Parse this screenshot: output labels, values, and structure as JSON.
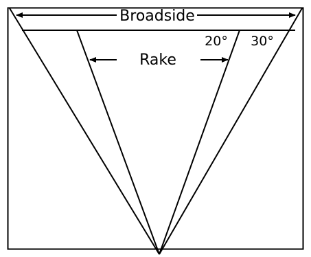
{
  "diagram": {
    "labels": {
      "broadside": "Broadside",
      "rake": "Rake",
      "angle_inner": "20°",
      "angle_outer": "30°"
    },
    "colors": {
      "stroke": "#000000",
      "background": "#ffffff"
    }
  }
}
